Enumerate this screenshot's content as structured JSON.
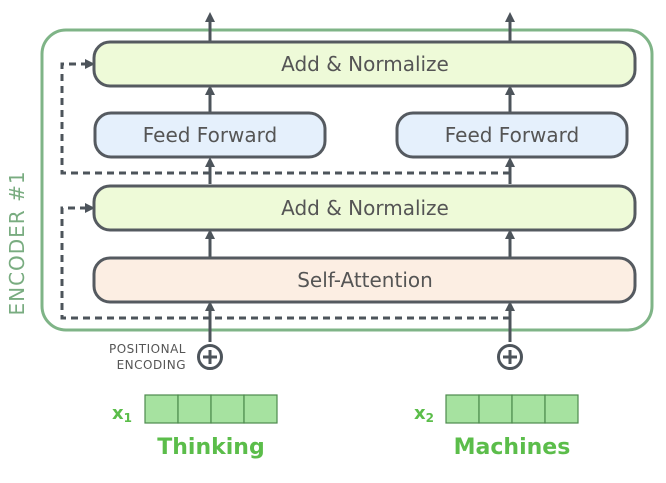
{
  "encoder": {
    "label": "ENCODER #1",
    "border_color": "#7fb487"
  },
  "layers": {
    "add_normalize_top": "Add & Normalize",
    "feed_forward_1": "Feed Forward",
    "feed_forward_2": "Feed Forward",
    "add_normalize_bottom": "Add & Normalize",
    "self_attention": "Self-Attention"
  },
  "positional_encoding": {
    "line1": "POSITIONAL",
    "line2": "ENCODING"
  },
  "inputs": [
    {
      "var": "x",
      "sub": "1",
      "word": "Thinking",
      "cells": 4
    },
    {
      "var": "x",
      "sub": "2",
      "word": "Machines",
      "cells": 4
    }
  ],
  "colors": {
    "add_normalize_fill": "#eefad8",
    "feed_forward_fill": "#e5f0fc",
    "self_attention_fill": "#fceee3",
    "box_stroke": "#555a60",
    "arrow": "#4d545b",
    "input_cell_fill": "#a6e2a0",
    "input_cell_stroke": "#4d8a4d",
    "input_text": "#5bbd4a"
  }
}
